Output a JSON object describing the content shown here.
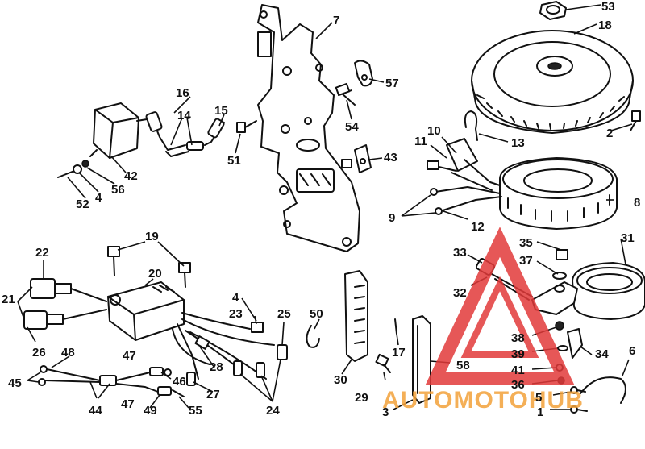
{
  "diagram": {
    "callouts": [
      "53",
      "18",
      "7",
      "57",
      "16",
      "14",
      "15",
      "54",
      "51",
      "2",
      "10",
      "11",
      "13",
      "42",
      "43",
      "52",
      "4",
      "56",
      "8",
      "9",
      "12",
      "19",
      "22",
      "20",
      "35",
      "31",
      "33",
      "37",
      "21",
      "32",
      "4",
      "23",
      "25",
      "50",
      "26",
      "48",
      "47",
      "45",
      "46",
      "44",
      "47",
      "49",
      "55",
      "28",
      "27",
      "24",
      "30",
      "17",
      "58",
      "38",
      "39",
      "34",
      "6",
      "41",
      "36",
      "29",
      "5",
      "3",
      "1"
    ]
  },
  "watermark": {
    "text": "AUTOMOTOHUB",
    "colors": {
      "red": "#e23a3a",
      "orange": "#f3a23a"
    }
  }
}
